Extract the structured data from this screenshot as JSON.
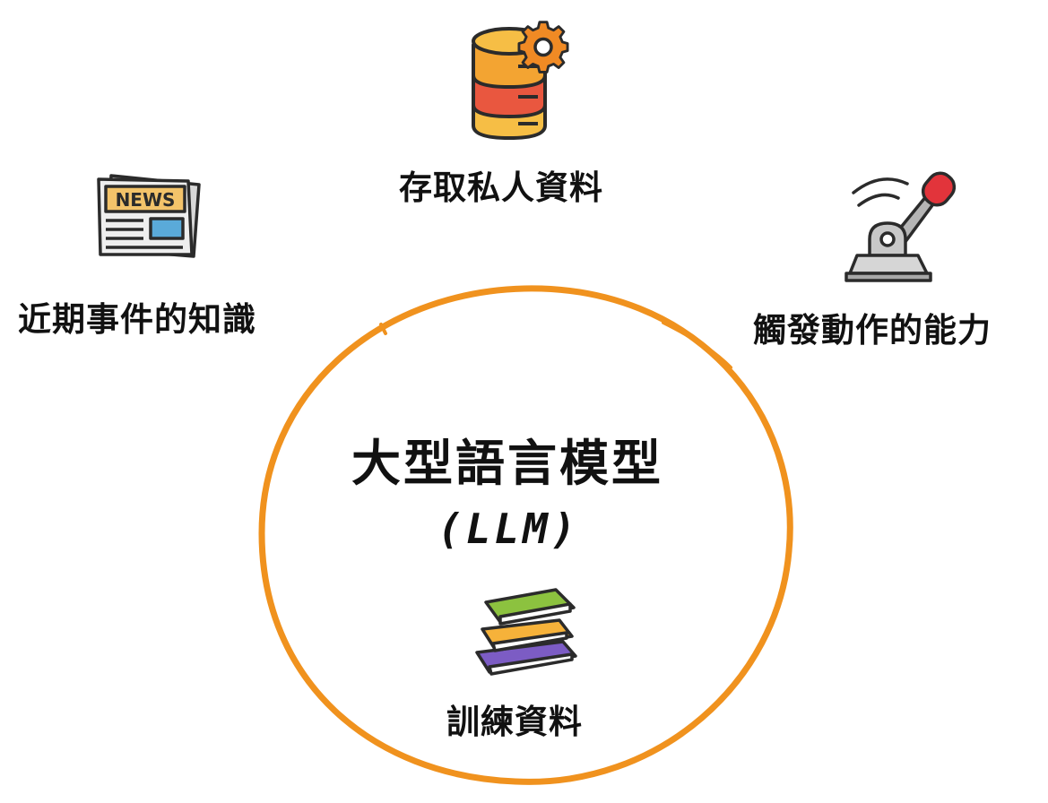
{
  "center": {
    "title": "大型語言模型",
    "subtitle": "(LLM)"
  },
  "nodes": {
    "private_data": {
      "label": "存取私人資料",
      "icon": "database-gear-icon"
    },
    "recent_news": {
      "label": "近期事件的知識",
      "icon": "newspaper-icon"
    },
    "actions": {
      "label": "觸發動作的能力",
      "icon": "lever-switch-icon"
    },
    "training_data": {
      "label": "訓練資料",
      "icon": "books-stack-icon"
    }
  },
  "colors": {
    "circle": "#F0921E",
    "db_top": "#F3A432",
    "db_mid": "#E9573F",
    "db_bottom": "#F6BE45",
    "gear": "#F08A24",
    "lever_knob": "#E2343B",
    "book_green": "#8CC23F",
    "book_orange": "#F6B23A",
    "book_purple": "#7C5CC4"
  }
}
